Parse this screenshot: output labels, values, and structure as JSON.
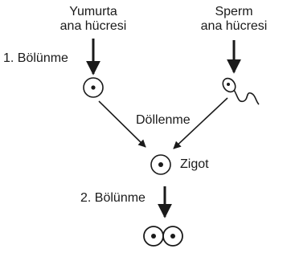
{
  "egg_mother_cell": {
    "line1": "Yumurta",
    "line2": "ana hücresi"
  },
  "sperm_mother_cell": {
    "line1": "Sperm",
    "line2": "ana hücresi"
  },
  "division_1": "1. Bölünme",
  "fertilization": "Döllenme",
  "zygote": "Zigot",
  "division_2": "2. Bölünme",
  "colors": {
    "ink": "#1a1a1a",
    "background": "#ffffff"
  },
  "icons": [
    "egg-cell-icon",
    "sperm-cell-icon",
    "zygote-cell-icon",
    "two-cell-embryo-icon"
  ]
}
